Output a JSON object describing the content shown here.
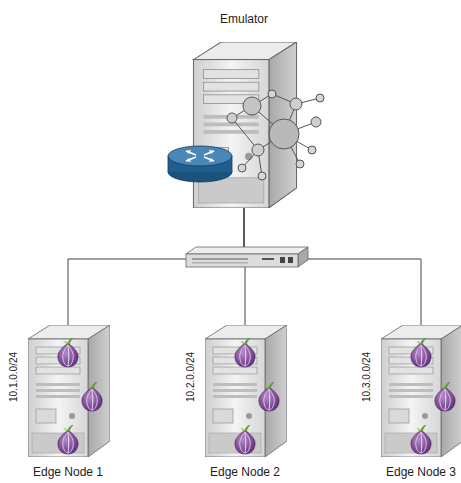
{
  "diagram": {
    "nodes": [
      {
        "text": [
          "Emulator"
        ]
      },
      {
        "text": [
          "10.1.0.0/24",
          "Edge Node 1"
        ]
      },
      {
        "text": [
          "10.2.0.0/24",
          "Edge Node 2"
        ]
      },
      {
        "text": [
          "10.3.0.0/24",
          "Edge Node 3"
        ]
      }
    ],
    "edges": [
      {
        "from": 0,
        "to": 1,
        "arrow": "none"
      },
      {
        "from": 0,
        "to": 2,
        "arrow": "none"
      },
      {
        "from": 0,
        "to": 3,
        "arrow": "none"
      }
    ]
  }
}
